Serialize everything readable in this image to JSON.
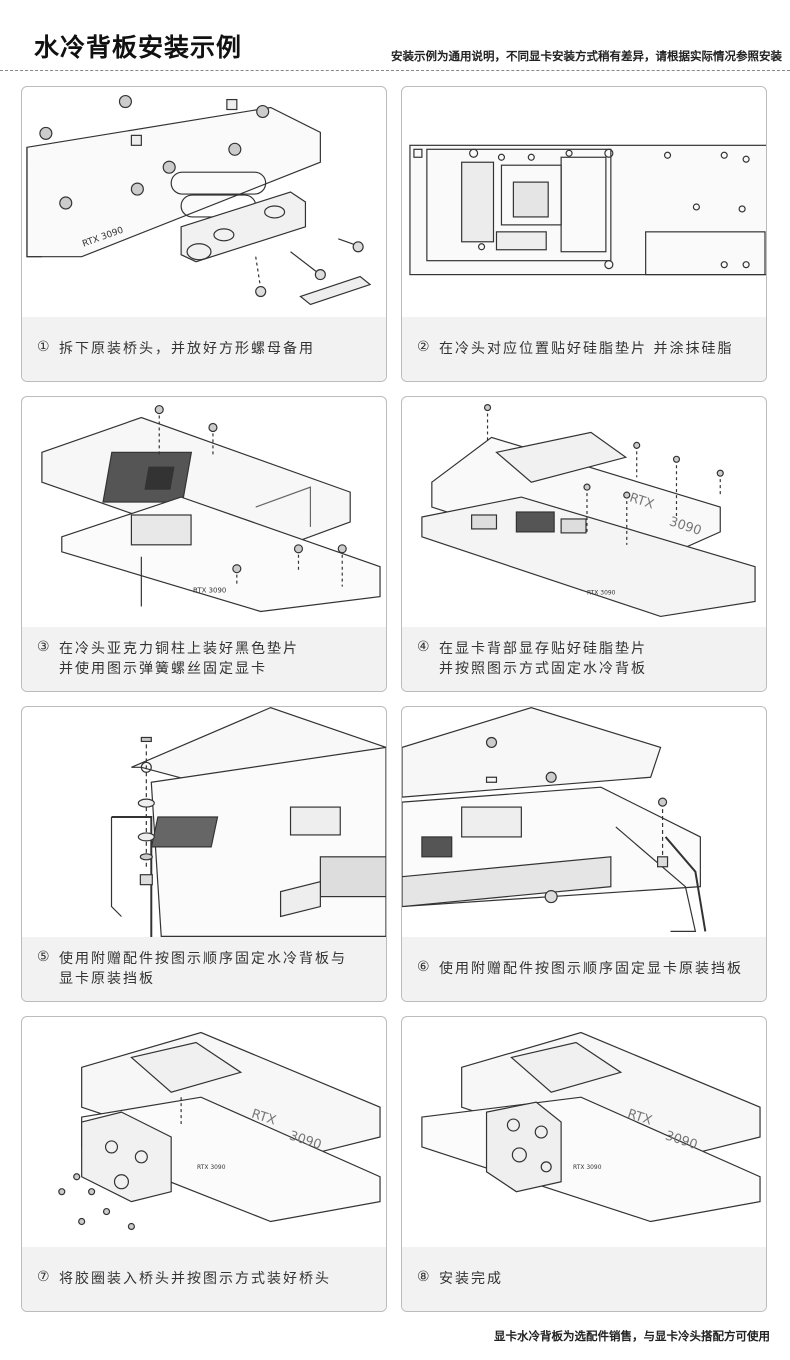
{
  "header": {
    "title": "水冷背板安装示例",
    "note": "安装示例为通用说明，不同显卡安装方式稍有差异，请根据实际情况参照安装"
  },
  "steps": [
    {
      "num": "①",
      "text": "拆下原装桥头，并放好方形螺母备用"
    },
    {
      "num": "②",
      "text": "在冷头对应位置贴好硅脂垫片 并涂抹硅脂"
    },
    {
      "num": "③",
      "text": "在冷头亚克力铜柱上装好黑色垫片\n并使用图示弹簧螺丝固定显卡"
    },
    {
      "num": "④",
      "text": "在显卡背部显存贴好硅脂垫片\n并按照图示方式固定水冷背板"
    },
    {
      "num": "⑤",
      "text": "使用附赠配件按图示顺序固定水冷背板与\n显卡原装挡板"
    },
    {
      "num": "⑥",
      "text": "使用附赠配件按图示顺序固定显卡原装挡板"
    },
    {
      "num": "⑦",
      "text": "将胶圈装入桥头并按图示方式装好桥头"
    },
    {
      "num": "⑧",
      "text": "安装完成"
    }
  ],
  "labels": {
    "rtx": "RTX 3090",
    "rtx_short": "RTX",
    "model": "3090"
  },
  "footer": {
    "note": "显卡水冷背板为选配件销售，与显卡冷头搭配方可使用"
  }
}
